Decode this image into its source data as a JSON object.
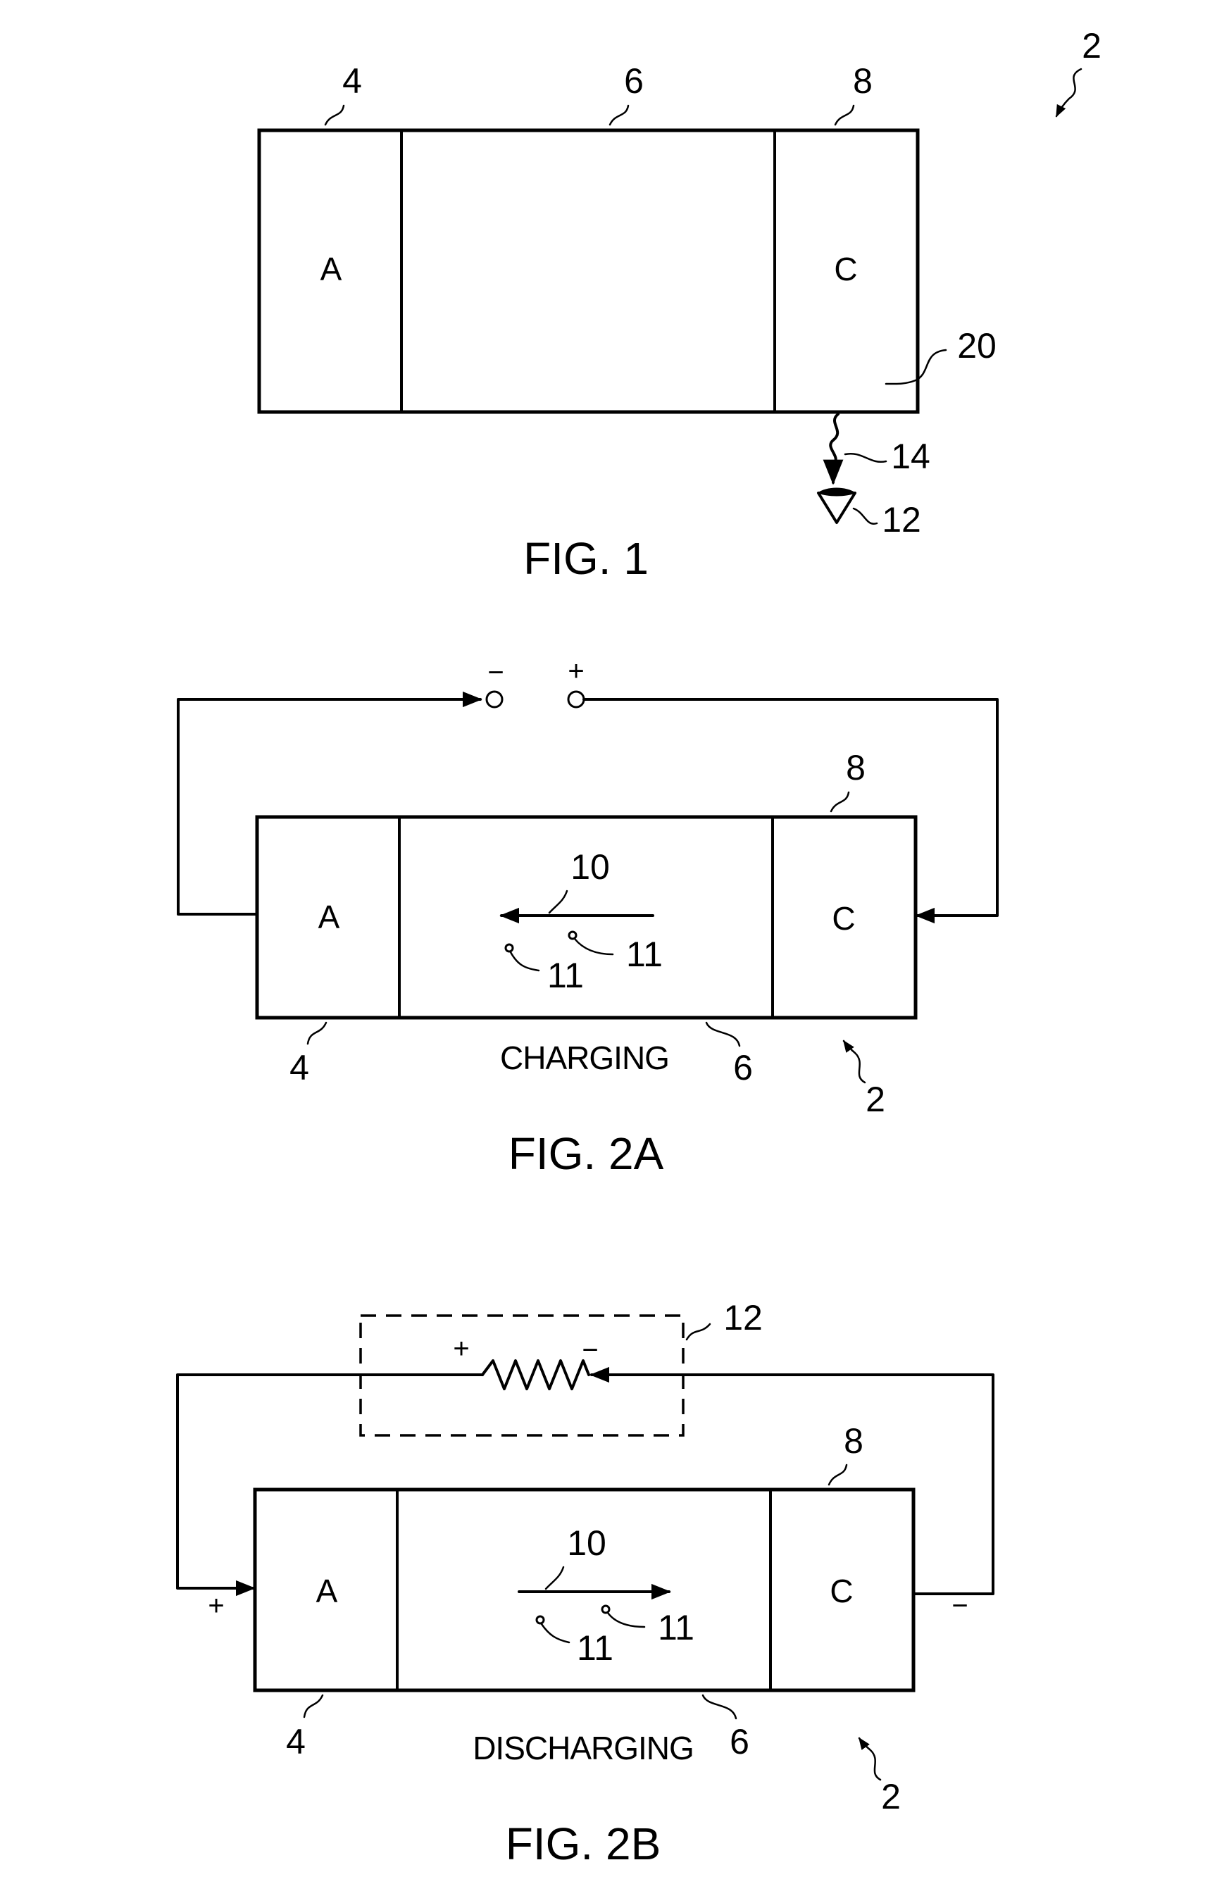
{
  "fig1": {
    "caption": "FIG. 1",
    "anode_label": "A",
    "cathode_label": "C",
    "ref_device": "2",
    "ref_anode": "4",
    "ref_electrolyte": "6",
    "ref_cathode": "8",
    "ref_surface": "20",
    "ref_emission": "14",
    "ref_observer": "12"
  },
  "fig2a": {
    "caption": "FIG. 2A",
    "state": "CHARGING",
    "anode_label": "A",
    "cathode_label": "C",
    "ref_device": "2",
    "ref_anode": "4",
    "ref_electrolyte": "6",
    "ref_cathode": "8",
    "ref_ion_flow": "10",
    "ref_ion_left": "11",
    "ref_ion_right": "11",
    "terminal_negative": "−",
    "terminal_positive": "+"
  },
  "fig2b": {
    "caption": "FIG. 2B",
    "state": "DISCHARGING",
    "anode_label": "A",
    "cathode_label": "C",
    "ref_device": "2",
    "ref_anode": "4",
    "ref_electrolyte": "6",
    "ref_cathode": "8",
    "ref_ion_flow": "10",
    "ref_ion_left": "11",
    "ref_ion_right": "11",
    "ref_load": "12",
    "load_positive": "+",
    "load_negative": "−",
    "anode_sign": "+",
    "cathode_sign": "−"
  }
}
